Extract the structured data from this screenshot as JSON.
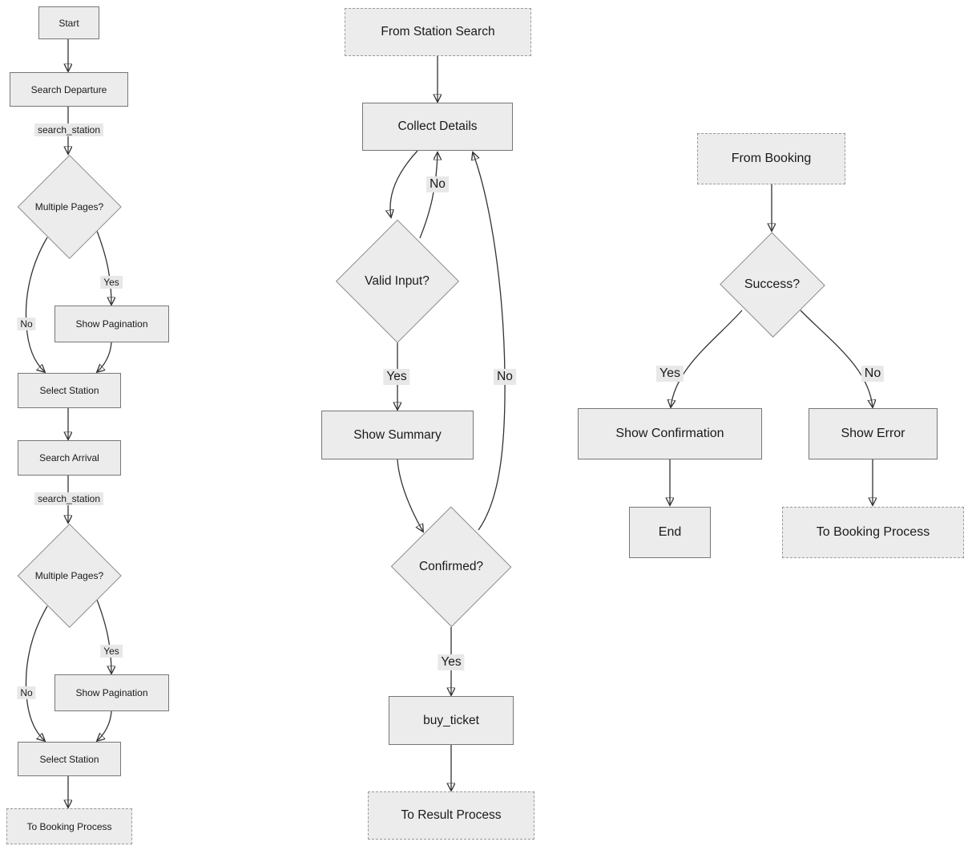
{
  "diagram_type": "flowchart",
  "colors": {
    "node_fill": "#ececec",
    "rect_border": "#777777",
    "diamond_border": "#8c8c8c",
    "dashed_border": "#999999",
    "edge_stroke": "#333333",
    "arrowhead": "#1a1a1a",
    "edge_label_bg": "#e8e8e8",
    "text": "#1a1a1a",
    "background": "#ffffff"
  },
  "nodes": {
    "start": {
      "label": "Start",
      "shape": "rect"
    },
    "search_departure": {
      "label": "Search Departure",
      "shape": "rect"
    },
    "multiple_pages_1": {
      "label": "Multiple Pages?",
      "shape": "diamond"
    },
    "show_pagination_1": {
      "label": "Show Pagination",
      "shape": "rect"
    },
    "select_station_1": {
      "label": "Select Station",
      "shape": "rect"
    },
    "search_arrival": {
      "label": "Search Arrival",
      "shape": "rect"
    },
    "multiple_pages_2": {
      "label": "Multiple Pages?",
      "shape": "diamond"
    },
    "show_pagination_2": {
      "label": "Show Pagination",
      "shape": "rect"
    },
    "select_station_2": {
      "label": "Select Station",
      "shape": "rect"
    },
    "to_booking_process_1": {
      "label": "To Booking Process",
      "shape": "dashed"
    },
    "from_station_search": {
      "label": "From Station Search",
      "shape": "dashed"
    },
    "collect_details": {
      "label": "Collect Details",
      "shape": "rect"
    },
    "valid_input": {
      "label": "Valid Input?",
      "shape": "diamond"
    },
    "show_summary": {
      "label": "Show Summary",
      "shape": "rect"
    },
    "confirmed": {
      "label": "Confirmed?",
      "shape": "diamond"
    },
    "buy_ticket": {
      "label": "buy_ticket",
      "shape": "rect"
    },
    "to_result_process": {
      "label": "To Result Process",
      "shape": "dashed"
    },
    "from_booking": {
      "label": "From Booking",
      "shape": "dashed"
    },
    "success": {
      "label": "Success?",
      "shape": "diamond"
    },
    "show_confirmation": {
      "label": "Show Confirmation",
      "shape": "rect"
    },
    "show_error": {
      "label": "Show Error",
      "shape": "rect"
    },
    "end": {
      "label": "End",
      "shape": "rect"
    },
    "to_booking_process_2": {
      "label": "To Booking Process",
      "shape": "dashed"
    }
  },
  "edge_labels": {
    "search_station_1": "search_station",
    "yes_left_1": "Yes",
    "no_left_1": "No",
    "search_station_2": "search_station",
    "yes_left_2": "Yes",
    "no_left_2": "No",
    "no_valid_input": "No",
    "yes_valid_input": "Yes",
    "no_confirmed": "No",
    "yes_confirmed": "Yes",
    "yes_success": "Yes",
    "no_success": "No"
  },
  "edges": [
    {
      "from": "start",
      "to": "search_departure",
      "label": ""
    },
    {
      "from": "search_departure",
      "to": "multiple_pages_1",
      "label": "search_station"
    },
    {
      "from": "multiple_pages_1",
      "to": "show_pagination_1",
      "label": "Yes"
    },
    {
      "from": "multiple_pages_1",
      "to": "select_station_1",
      "label": "No"
    },
    {
      "from": "show_pagination_1",
      "to": "select_station_1",
      "label": ""
    },
    {
      "from": "select_station_1",
      "to": "search_arrival",
      "label": ""
    },
    {
      "from": "search_arrival",
      "to": "multiple_pages_2",
      "label": "search_station"
    },
    {
      "from": "multiple_pages_2",
      "to": "show_pagination_2",
      "label": "Yes"
    },
    {
      "from": "multiple_pages_2",
      "to": "select_station_2",
      "label": "No"
    },
    {
      "from": "show_pagination_2",
      "to": "select_station_2",
      "label": ""
    },
    {
      "from": "select_station_2",
      "to": "to_booking_process_1",
      "label": ""
    },
    {
      "from": "from_station_search",
      "to": "collect_details",
      "label": ""
    },
    {
      "from": "collect_details",
      "to": "valid_input",
      "label": ""
    },
    {
      "from": "valid_input",
      "to": "collect_details",
      "label": "No"
    },
    {
      "from": "valid_input",
      "to": "show_summary",
      "label": "Yes"
    },
    {
      "from": "show_summary",
      "to": "confirmed",
      "label": ""
    },
    {
      "from": "confirmed",
      "to": "collect_details",
      "label": "No"
    },
    {
      "from": "confirmed",
      "to": "buy_ticket",
      "label": "Yes"
    },
    {
      "from": "buy_ticket",
      "to": "to_result_process",
      "label": ""
    },
    {
      "from": "from_booking",
      "to": "success",
      "label": ""
    },
    {
      "from": "success",
      "to": "show_confirmation",
      "label": "Yes"
    },
    {
      "from": "success",
      "to": "show_error",
      "label": "No"
    },
    {
      "from": "show_confirmation",
      "to": "end",
      "label": ""
    },
    {
      "from": "show_error",
      "to": "to_booking_process_2",
      "label": ""
    }
  ]
}
